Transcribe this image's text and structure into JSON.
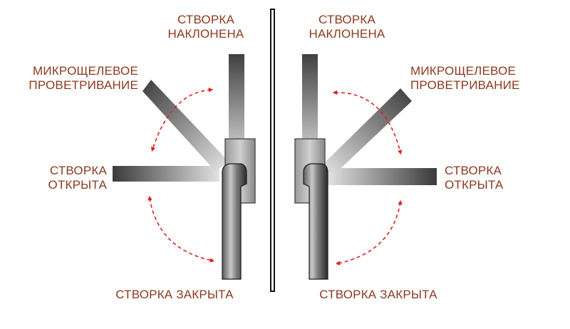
{
  "left_panel": {
    "tilted_label": [
      "СТВОРКА",
      "НАКЛОНЕНА"
    ],
    "micro_label": [
      "МИКРОЩЕЛЕВОЕ",
      "ПРОВЕТРИВАНИЕ"
    ],
    "open_label": [
      "СТВОРКА",
      "ОТКРЫТА"
    ],
    "closed_label": "СТВОРКА ЗАКРЫТА"
  },
  "right_panel": {
    "tilted_label": [
      "СТВОРКА",
      "НАКЛОНЕНА"
    ],
    "micro_label": [
      "МИКРОЩЕЛЕВОЕ",
      "ПРОВЕТРИВАНИЕ"
    ],
    "open_label": [
      "СТВОРКА",
      "ОТКРЫТА"
    ],
    "closed_label": "СТВОРКА ЗАКРЫТА"
  },
  "colors": {
    "label_text": "#8c3a1e",
    "arrow": "#e02020",
    "handle_dark": "#2a2a2a",
    "handle_light": "#d8d8d8"
  }
}
